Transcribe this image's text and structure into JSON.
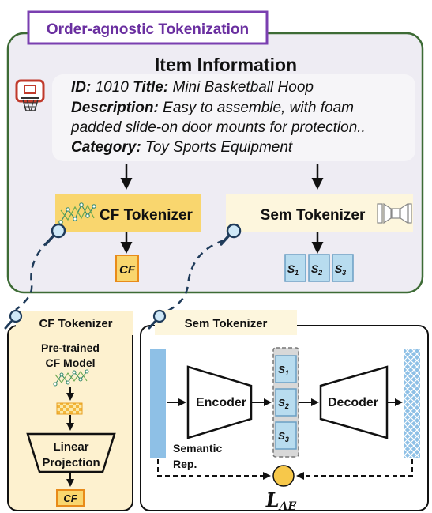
{
  "header": {
    "title": "Order-agnostic Tokenization"
  },
  "item_info": {
    "heading": "Item Information",
    "id_label": "ID:",
    "id_value": "1010",
    "title_label": "Title:",
    "title_value": "Mini Basketball Hoop",
    "desc_label": "Description:",
    "desc_line1": "Easy to assemble, with foam",
    "desc_line2": "padded slide-on door mounts for protection..",
    "category_label": "Category:",
    "category_value": "Toy Sports Equipment"
  },
  "cf_tokenizer": {
    "label": "CF Tokenizer",
    "token": "CF"
  },
  "sem_tokenizer": {
    "label": "Sem Tokenizer",
    "tokens": [
      "S1",
      "S2",
      "S3"
    ]
  },
  "cf_detail": {
    "tab": "CF Tokenizer",
    "model_line1": "Pre-trained",
    "model_line2": "CF Model",
    "proj_line1": "Linear",
    "proj_line2": "Projection",
    "token": "CF"
  },
  "sem_detail": {
    "tab": "Sem Tokenizer",
    "encoder": "Encoder",
    "decoder": "Decoder",
    "rep_line1": "Semantic",
    "rep_line2": "Rep.",
    "codes": [
      "S1",
      "S2",
      "S3"
    ],
    "loss_symbol": "L",
    "loss_subscript": "AE"
  },
  "colors": {
    "outer_border": "#3d6b35",
    "outer_fill": "#eeecf3",
    "header_border": "#7a3fb0",
    "cf_yellow": "#f9d66e",
    "cream": "#fdf6dd",
    "token_blue": "#b8dcef",
    "bar_blue": "#8ec0e6"
  }
}
